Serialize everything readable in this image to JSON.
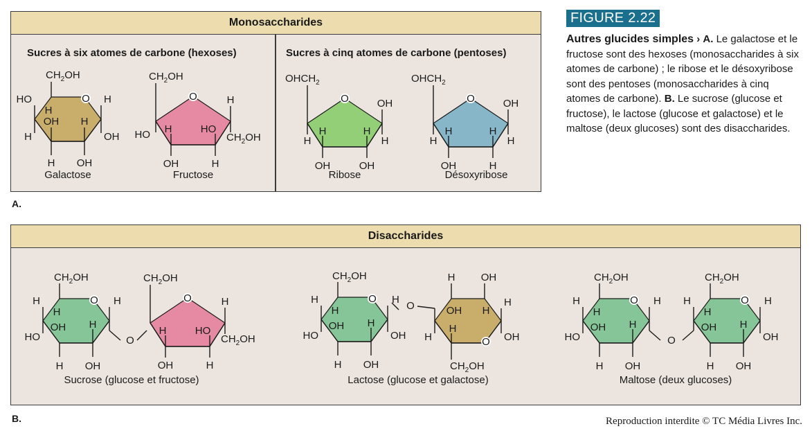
{
  "figure": {
    "badge": "FIGURE 2.22",
    "caption_title": "Autres glucides simples",
    "caption_arrow": "›",
    "caption_label_a": "A.",
    "caption_part_a": "Le galactose et le fructose sont des hexoses (monosaccharides à six atomes de carbone) ; le ribose et le désoxyribose sont des pentoses (monosaccharides à cinq atomes de carbone).",
    "caption_label_b": "B.",
    "caption_part_b": "Le sucrose (glucose et fructose), le lactose (glucose et galactose) et le maltose (deux glucoses) sont des disaccharides."
  },
  "panel_a": {
    "letter": "A.",
    "header": "Monosaccharides",
    "hexoses_title": "Sucres à six atomes de carbone (hexoses)",
    "pentoses_title": "Sucres à cinq atomes de carbone (pentoses)",
    "molecules": [
      "Galactose",
      "Fructose",
      "Ribose",
      "Désoxyribose"
    ]
  },
  "panel_b": {
    "letter": "B.",
    "header": "Disaccharides",
    "molecules": [
      "Sucrose (glucose et fructose)",
      "Lactose (glucose et galactose)",
      "Maltose (deux glucoses)"
    ]
  },
  "atoms": {
    "H": "H",
    "OH": "OH",
    "HO": "HO",
    "O": "O",
    "CH2OH_main": "CH",
    "CH2OH_tail": "OH",
    "subscript_2": "2",
    "OHCH2_main": "OHCH"
  },
  "colors": {
    "galactose_fill": "#c9ad6a",
    "galactose_edge": "#b08a1e",
    "fructose_fill": "#e58aa2",
    "fructose_edge": "#c8155a",
    "ribose_fill": "#92cf76",
    "ribose_edge": "#46a02b",
    "deoxyribose_fill": "#86b6c8",
    "deoxyribose_edge": "#1f6f8e",
    "glucose_fill": "#86c597",
    "glucose_edge": "#1f8a3a",
    "panel_bg": "#ece5df",
    "header_bg": "#ecdcae",
    "badge_bg": "#1a6f8c"
  },
  "copyright": "Reproduction interdite © TC Média Livres Inc."
}
